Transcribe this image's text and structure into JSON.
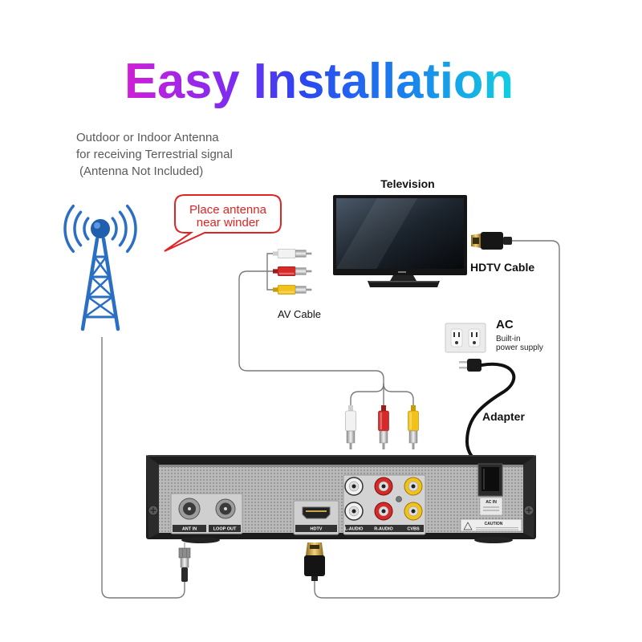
{
  "title": "Easy Installation",
  "antenna_note": {
    "line1": "Outdoor or Indoor Antenna",
    "line2": "for receiving Terrestrial signal",
    "line3": "(Antenna Not Included)"
  },
  "callout": {
    "line1": "Place antenna",
    "line2": "near winder"
  },
  "labels": {
    "television": "Television",
    "hdtv_cable": "HDTV Cable",
    "av_cable": "AV Cable",
    "ac": "AC",
    "ac_note_line1": "Built-in",
    "ac_note_line2": "power supply",
    "adapter": "Adapter"
  },
  "receiver_ports": {
    "ant_in": "ANT IN",
    "loop_out": "LOOP OUT",
    "hdtv": "HDTV",
    "l_audio": "L-AUDIO",
    "r_audio": "R-AUDIO",
    "cvbs": "CVBS",
    "ac_in": "AC IN",
    "caution": "CAUTION"
  },
  "icons": [
    "antenna-tower-icon",
    "television-icon",
    "hdmi-plug-icon",
    "rca-plug-icon",
    "wall-outlet-icon",
    "power-plug-icon",
    "receiver-box-icon",
    "coax-plug-icon"
  ],
  "colors": {
    "title_gradient": [
      "#d11fd6",
      "#7b2cf2",
      "#2c45f0",
      "#1a80ee",
      "#12cfe0"
    ],
    "antenna": "#2a6fc4",
    "callout": "#e02424",
    "note_text": "#5a5a5a",
    "rca_white": "#f2f2f2",
    "rca_red": "#d42a2a",
    "rca_yellow": "#f2c21a"
  }
}
